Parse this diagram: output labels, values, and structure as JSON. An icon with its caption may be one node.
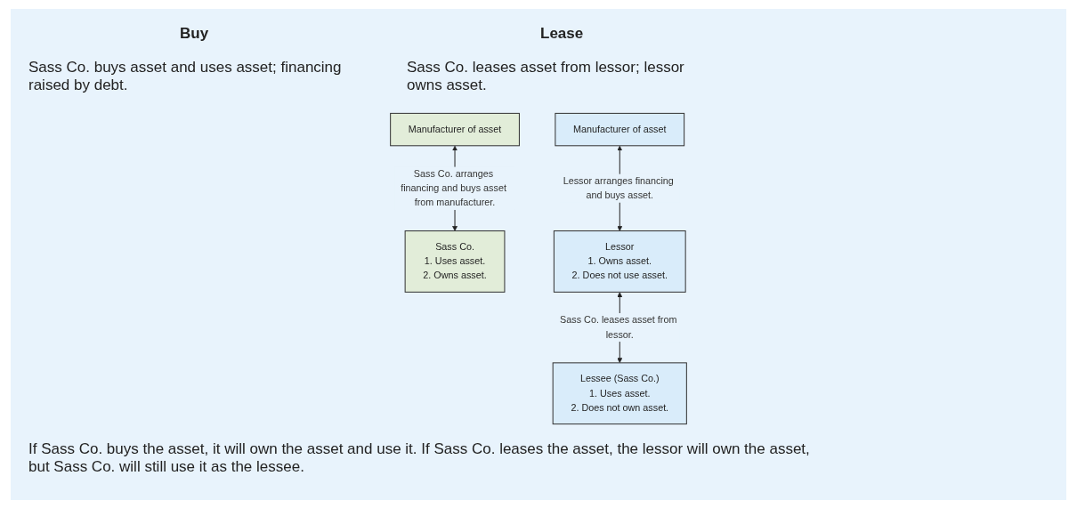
{
  "diagram": {
    "caption": "If Sass Co. buys the asset, it will own the asset and use it. If Sass Co. leases the asset, the lessor will own the asset, but Sass Co. will still use it as the lessee.",
    "nodes": [
      {
        "text": [
          "Manufacturer of asset"
        ]
      },
      {
        "text": [
          "Sass Co.",
          "1. Uses asset.",
          "2. Owns asset."
        ]
      },
      {
        "text": [
          "Manufacturer of asset"
        ]
      },
      {
        "text": [
          "Lessor",
          "1. Owns asset.",
          "2. Does not use asset."
        ]
      },
      {
        "text": [
          "Lessee (Sass Co.)",
          "1. Uses asset.",
          "2. Does not own asset."
        ]
      }
    ],
    "edges": [
      {
        "from": 0,
        "to": 1,
        "arrow": "both",
        "label": "Sass Co. arranges financing and buys asset from manufacturer."
      },
      {
        "from": 2,
        "to": 3,
        "arrow": "both",
        "label": "Lessor arranges financing and buys asset."
      },
      {
        "from": 3,
        "to": 4,
        "arrow": "both",
        "label": "Sass Co. leases asset from lessor."
      }
    ],
    "labels": [
      "Buy",
      "Lease",
      "Sass Co. buys asset and uses asset; financing raised by debt.",
      "Sass Co. leases asset from lessor; lessor owns asset."
    ]
  }
}
